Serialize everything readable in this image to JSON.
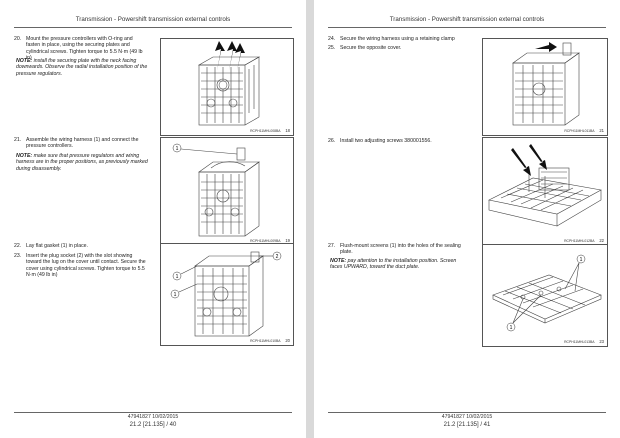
{
  "header_title": "Transmission - Powershift transmission external controls",
  "left": {
    "steps": [
      {
        "num": "20.",
        "text": "Mount the pressure controllers with O-ring and fasten in place, using the securing plates and cylindrical screws.  Tighten torque to 5.5 N·m (49 lb in)"
      },
      {
        "num": "21.",
        "text": "Assemble the wiring harness (1) and connect the pressure controllers."
      },
      {
        "num": "22.",
        "text": "Lay flat gasket (1) in place."
      },
      {
        "num": "23.",
        "text": "Insert the plug socket (2) with the slot showing toward the lug on the cover until contact.  Secure the cover using cylindrical screws.  Tighten torque to 5.5 N·m (49 lb in)"
      }
    ],
    "notes": [
      {
        "label": "NOTE:",
        "text": " install the securing plate with the neck facing downwards.  Observe the radial installation position of the pressure regulators."
      },
      {
        "label": "NOTE:",
        "text": " make sure that pressure regulators and wiring harness are in the proper positions, as previously marked during disassembly."
      }
    ],
    "figures": [
      {
        "code": "RCPH11MHL008BA",
        "num": "18"
      },
      {
        "code": "RCPH11MHL009BA",
        "num": "19"
      },
      {
        "code": "RCPH11MHL010BA",
        "num": "20"
      }
    ],
    "callouts": [
      "1",
      "1",
      "1",
      "2"
    ],
    "footer_doc": "47941827 10/02/2015",
    "footer_page": "21.2 [21.135] / 40"
  },
  "right": {
    "steps": [
      {
        "num": "24.",
        "text": "Secure the wiring harness using a retaining clamp"
      },
      {
        "num": "25.",
        "text": "Secure the opposite cover."
      },
      {
        "num": "26.",
        "text": "Install two adjusting screws 380001556."
      },
      {
        "num": "27.",
        "text": "Flush-mount screens (1) into the holes of the sealing plate."
      }
    ],
    "notes": [
      {
        "label": "NOTE:",
        "text": " pay attention to the installation position.  Screen faces UPWARD, toward the duct plate."
      }
    ],
    "figures": [
      {
        "code": "RCPH11MHL011BA",
        "num": "21"
      },
      {
        "code": "RCPH11MHL012BA",
        "num": "22"
      },
      {
        "code": "RCPH11MHL013BA",
        "num": "23"
      }
    ],
    "callouts": [
      "1",
      "1"
    ],
    "footer_doc": "47941827 10/02/2015",
    "footer_page": "21.2 [21.135] / 41"
  }
}
